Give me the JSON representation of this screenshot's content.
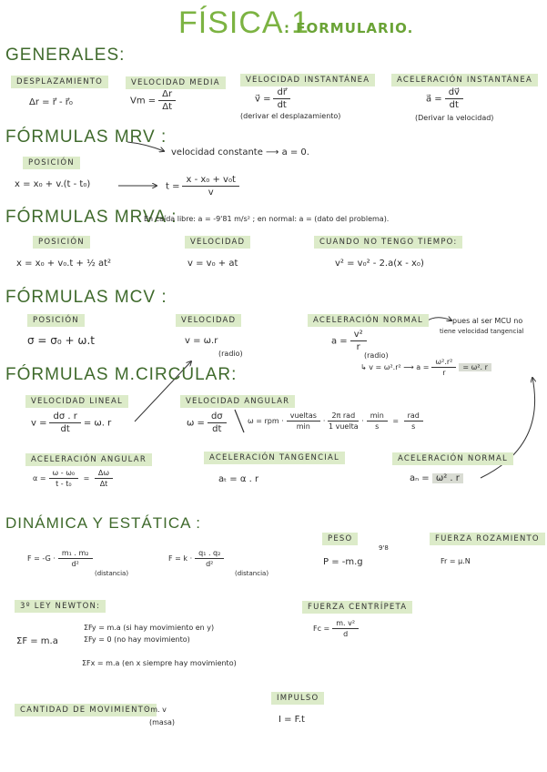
{
  "title": {
    "main": "FÍSICA 1",
    "sub": ": FORMULARIO."
  },
  "generales": {
    "heading": "GENERALES:",
    "desplazamiento": {
      "label": "Desplazamiento",
      "formula": "Δr = r⃗ - r⃗₀"
    },
    "velocidad_media": {
      "label": "Velocidad media",
      "lhs": "Vm =",
      "num": "Δr",
      "den": "Δt"
    },
    "velocidad_instantanea": {
      "label": "Velocidad instantánea",
      "lhs": "v⃗ =",
      "num": "dr⃗",
      "den": "dt",
      "note": "(derivar el desplazamiento)"
    },
    "aceleracion_instantanea": {
      "label": "Aceleración instantánea",
      "lhs": "a⃗ =",
      "num": "dv⃗",
      "den": "dt",
      "note": "(Derivar la velocidad)"
    }
  },
  "mrv": {
    "heading": "FÓRMULAS MRV :",
    "note": "velocidad constante ⟶ a = 0.",
    "posicion": {
      "label": "Posición",
      "formula": "x = x₀ + v.(t - t₀)",
      "t_lhs": "t =",
      "t_num": "x - x₀ + v₀t",
      "t_den": "v"
    }
  },
  "mrva": {
    "heading": "FÓRMULAS MRVA :",
    "note": "En caída libre: a = -9'81 m/s² ; en normal: a = (dato del problema).",
    "posicion": {
      "label": "Posición",
      "formula": "x = x₀ + v₀.t + ½ at²"
    },
    "velocidad": {
      "label": "Velocidad",
      "formula": "v = v₀ + at"
    },
    "sin_tiempo": {
      "label": "Cuando no tengo tiempo:",
      "formula": "v² = v₀² - 2.a(x - x₀)"
    }
  },
  "mcv": {
    "heading": "FÓRMULAS MCV :",
    "posicion": {
      "label": "Posición",
      "formula": "σ = σ₀ + ω.t"
    },
    "velocidad": {
      "label": "Velocidad",
      "formula": "v = ω.r",
      "note": "(radio)"
    },
    "aceleracion_normal": {
      "label": "Aceleración normal",
      "lhs": "a =",
      "num": "v²",
      "den": "r",
      "note": "(radio)",
      "side_note_1": "pues al ser MCU no",
      "side_note_2": "tiene velocidad tangencial",
      "derivation": "↳ v = ω².r² ⟶ a =",
      "d_num": "ω².r²",
      "d_den": "r",
      "result": "= ω². r"
    }
  },
  "circular": {
    "heading": "FÓRMULAS M.CIRCULAR:",
    "velocidad_lineal": {
      "label": "Velocidad lineal",
      "lhs": "v =",
      "num": "dσ . r",
      "den": "dt",
      "rhs": "= ω. r"
    },
    "velocidad_angular": {
      "label": "Velocidad angular",
      "lhs": "ω =",
      "num": "dσ",
      "den": "dt",
      "rpm": "ω = rpm ·",
      "f1n": "vueltas",
      "f1d": "min",
      "f2n": "2π rad",
      "f2d": "1 vuelta",
      "f3n": "min",
      "f3d": "s",
      "rn": "rad",
      "rd": "s"
    },
    "aceleracion_angular": {
      "label": "Aceleración angular",
      "lhs": "α =",
      "num": "ω - ω₀",
      "den": "t - t₀",
      "num2": "Δω",
      "den2": "Δt"
    },
    "aceleracion_tangencial": {
      "label": "Aceleración tangencial",
      "formula": "aₜ = α . r"
    },
    "aceleracion_normal": {
      "label": "Aceleración normal",
      "lhs": "aₙ =",
      "value": "ω² . r"
    }
  },
  "dinamica": {
    "heading": "DINÁMICA Y ESTÁTICA :",
    "gravitacion": {
      "lhs": "F = -G ·",
      "num": "m₁ . m₂",
      "den": "d²",
      "note": "(distancia)"
    },
    "coulomb": {
      "lhs": "F = k ·",
      "num": "q₁ . q₂",
      "den": "d²",
      "note": "(distancia)"
    },
    "peso": {
      "label": "Peso",
      "formula": "P = -m.g",
      "note": "9'8"
    },
    "rozamiento": {
      "label": "Fuerza rozamiento",
      "formula": "Fr = μ.N"
    },
    "newton": {
      "label": "3º ley Newton:",
      "main": "ΣF = m.a",
      "l1": "ΣFy = m.a (si hay movimiento en y)",
      "l2": "ΣFy = 0 (no hay movimiento)",
      "l3": "ΣFx = m.a (en x siempre hay movimiento)"
    },
    "centripeta": {
      "label": "Fuerza centrípeta",
      "lhs": "Fc =",
      "num": "m. v²",
      "den": "d"
    },
    "cantidad": {
      "label": "Cantidad de movimiento",
      "formula": ": m. v",
      "note": "(masa)"
    },
    "impulso": {
      "label": "Impulso",
      "formula": "I = F.t"
    }
  },
  "colors": {
    "title": "#7cb342",
    "heading": "#3f6a2c",
    "highlight": "#dcebc9"
  }
}
